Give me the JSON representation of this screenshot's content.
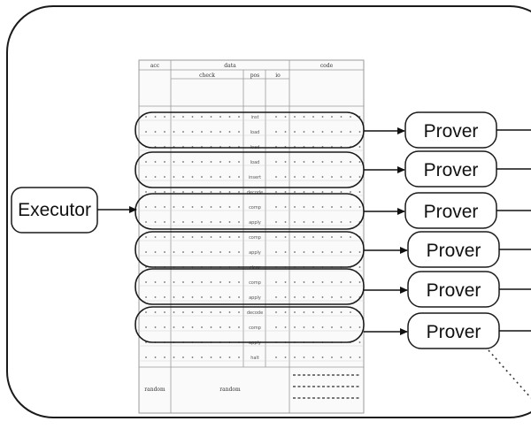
{
  "executor": {
    "label": "Executor"
  },
  "provers": [
    {
      "label": "Prover"
    },
    {
      "label": "Prover"
    },
    {
      "label": "Prover"
    },
    {
      "label": "Prover"
    },
    {
      "label": "Prover"
    },
    {
      "label": "Prover"
    }
  ],
  "table": {
    "header_top": [
      "acc",
      "data",
      "code"
    ],
    "header_sub": [
      "check",
      "pos",
      "io"
    ],
    "bottom_left": "random",
    "bottom_mid": "random",
    "row_ops": [
      "inst",
      "load",
      "load",
      "load",
      "insert",
      "decode",
      "comp",
      "apply",
      "comp",
      "apply",
      "clear",
      "comp",
      "apply",
      "decode",
      "comp",
      "apply",
      "halt"
    ]
  },
  "colors": {
    "line": "#1a1a1a",
    "table_line": "#9a9a9a",
    "background": "#ffffff"
  }
}
